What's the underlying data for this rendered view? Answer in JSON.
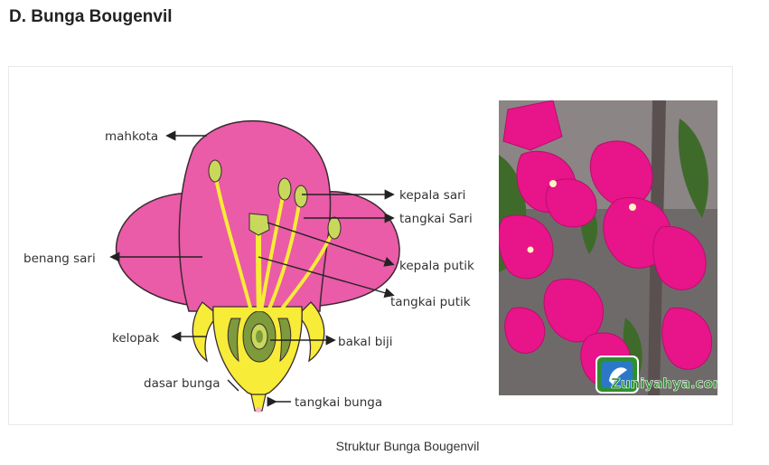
{
  "section": {
    "title": "D. Bunga Bougenvil"
  },
  "diagram": {
    "labels": {
      "mahkota": "mahkota",
      "kepala_sari": "kepala sari",
      "tangkai_sari": "tangkai Sari",
      "benang_sari": "benang sari",
      "kepala_putik": "kepala putik",
      "tangkai_putik": "tangkai putik",
      "kelopak": "kelopak",
      "bakal_biji": "bakal biji",
      "dasar_bunga": "dasar bunga",
      "tangkai_bunga": "tangkai bunga"
    },
    "colors": {
      "petal": "#ea5ba8",
      "petal_outline": "#3a2a30",
      "sepal": "#f7ec37",
      "inner": "#7d9a3c",
      "stamen_head": "#c8d85a"
    }
  },
  "photo": {
    "watermark": "Zuniyahya.com",
    "colors": {
      "flower": "#e8148a",
      "leaf": "#3f6b2a",
      "watermark": "#2f8f2f"
    }
  },
  "caption": "Struktur Bunga Bougenvil"
}
